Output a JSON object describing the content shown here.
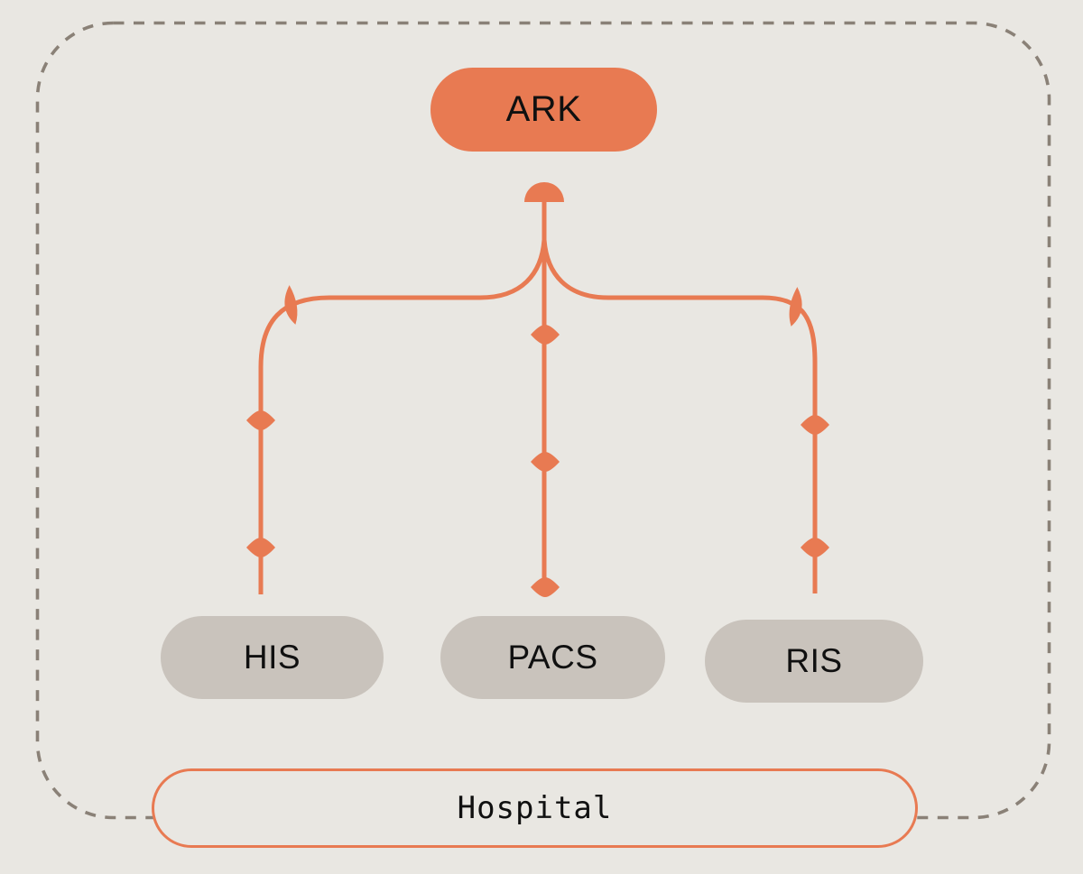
{
  "diagram": {
    "root_node": {
      "label": "ARK"
    },
    "system_nodes": [
      {
        "label": "HIS"
      },
      {
        "label": "PACS"
      },
      {
        "label": "RIS"
      }
    ],
    "container_node": {
      "label": "Hospital"
    },
    "markers": {
      "arrow_head": "dome-up-arrow",
      "flow_marker": "diamond",
      "branch_marker": "leaf"
    },
    "colors": {
      "background": "#E9E7E2",
      "accent_orange": "#E87A52",
      "node_gray": "#C9C3BC",
      "dashed_border": "#8A8177",
      "text": "#101010"
    }
  }
}
